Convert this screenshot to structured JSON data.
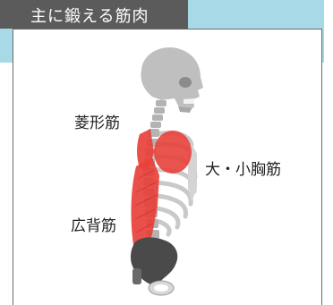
{
  "header": {
    "title": "主に鍛える筋肉"
  },
  "labels": {
    "rhomboid": "菱形筋",
    "pectoralis": "大・小胸筋",
    "latissimus": "広背筋"
  },
  "colors": {
    "accent_band": "#a7dae6",
    "tab": "#5b5b5b",
    "muscle": "#e8413b",
    "bone": "#c9c9c9",
    "pelvis": "#4a4a4a"
  }
}
